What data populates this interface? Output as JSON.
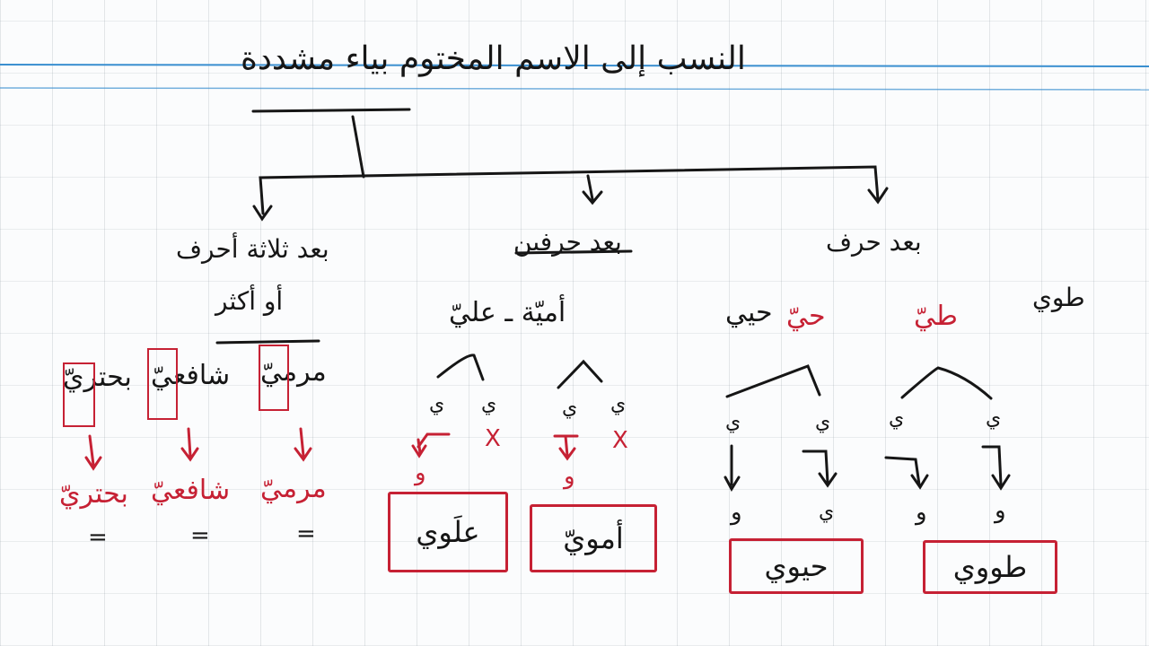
{
  "title": "النسب إلى الاسم المختوم بياء مشددة",
  "colors": {
    "ink": "#161616",
    "accent": "#c62134",
    "blue_rule": "#3a8fd0"
  },
  "branches": {
    "right": {
      "heading": "بعد حرف",
      "side_note": "طوي",
      "words": {
        "tay": "طيّ",
        "hay": "حيّ",
        "hay_plain": "حيي"
      },
      "marks": {
        "ya1": "ي",
        "ya2": "ي",
        "ya3": "ي",
        "ya4": "ي",
        "waw1": "و",
        "waw2": "و",
        "waw3": "و",
        "ya5": "ي"
      },
      "results": [
        "طووي",
        "حيوي"
      ]
    },
    "middle": {
      "heading": "بعد حرفين",
      "words": "أميّة ـ عليّ",
      "marks": {
        "ya1": "ي",
        "ya2": "ي",
        "ya3": "ي",
        "ya4": "ي",
        "x1": "X",
        "x2": "X",
        "waw1": "و",
        "waw2": "و"
      },
      "results": [
        "أمويّ",
        "علَوي"
      ]
    },
    "left": {
      "heading_line1": "بعد ثلاثة أحرف",
      "heading_line2": "أو أكثر",
      "words": [
        "مرميّ",
        "شافعيّ",
        "بحتريّ"
      ],
      "results": [
        "مرميّ",
        "شافعيّ",
        "بحتريّ"
      ],
      "equals": "="
    }
  }
}
